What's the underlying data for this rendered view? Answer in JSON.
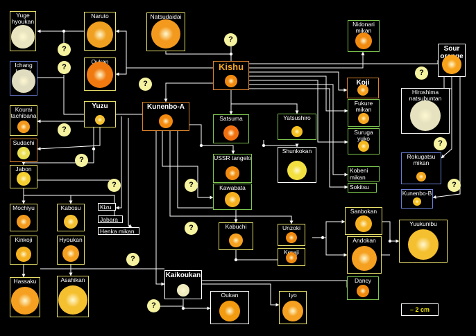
{
  "question_mark": "?",
  "scale": {
    "label": "– 2 cm",
    "color": "#f2e600"
  },
  "colors": {
    "border_yellow": "#e8e06a",
    "border_orange": "#d9822b",
    "border_green": "#7ec850",
    "border_blue": "#6a7fd6",
    "border_white": "#ffffff",
    "title_orange": "#f5a623",
    "bubble": "#f6f3a0"
  },
  "nodes": {
    "yuge_hyoukan": {
      "label": "Yuge hyoukan"
    },
    "naruto": {
      "label": "Naruto"
    },
    "natsudaidai": {
      "label": "Natsudaidai"
    },
    "nidonari_mikan": {
      "label": "Nidonari mikan"
    },
    "sour_orange": {
      "label": "Sour orange"
    },
    "ichang_lemon": {
      "label": "Ichang lemon"
    },
    "oukan_top": {
      "label": "Oukan"
    },
    "kishu": {
      "label": "Kishu"
    },
    "koji": {
      "label": "Koji"
    },
    "hiroshima_natsubuntan": {
      "label": "Hiroshima natsubuntan"
    },
    "fukure_mikan": {
      "label": "Fukure mikan"
    },
    "kourai_tachibana": {
      "label": "Kourai tachibana"
    },
    "yuzu": {
      "label": "Yuzu"
    },
    "kunenbo_a": {
      "label": "Kunenbo-A"
    },
    "satsuma": {
      "label": "Satsuma"
    },
    "yatsushiro": {
      "label": "Yatsushiro"
    },
    "suruga_yuko": {
      "label": "Suruga yuko"
    },
    "sudachi": {
      "label": "Sudachi"
    },
    "ussr_tangelo": {
      "label": "USSR tangelo"
    },
    "shunkokan": {
      "label": "Shunkokan"
    },
    "rokugatsu_mikan": {
      "label": "Rokugatsu mikan"
    },
    "jabon": {
      "label": "Jabon"
    },
    "kobeni_mikan": {
      "label": "Kobeni mikan"
    },
    "kawabata": {
      "label": "Kawabata"
    },
    "sokitsu": {
      "label": "Sokitsu"
    },
    "kunenbo_b": {
      "label": "Kunenbo-B"
    },
    "mochiyu": {
      "label": "Mochiyu"
    },
    "kabosu": {
      "label": "Kabosu"
    },
    "kizu": {
      "label": "Kizu"
    },
    "jabara": {
      "label": "Jabara"
    },
    "henka_mikan": {
      "label": "Henka mikan"
    },
    "sanbokan": {
      "label": "Sanbokan"
    },
    "kabuchi": {
      "label": "Kabuchi"
    },
    "unzoki": {
      "label": "Unzoki"
    },
    "yuukunibu": {
      "label": "Yuukunibu"
    },
    "kinkoji": {
      "label": "Kinkoji"
    },
    "hyoukan": {
      "label": "Hyoukan"
    },
    "andokan": {
      "label": "Andokan"
    },
    "keraji": {
      "label": "Keraji"
    },
    "kaikoukan": {
      "label": "Kaikoukan"
    },
    "dancy": {
      "label": "Dancy"
    },
    "hassaku": {
      "label": "Hassaku"
    },
    "asahikan": {
      "label": "Asahikan"
    },
    "oukan_bottom": {
      "label": "Oukan"
    },
    "iyo": {
      "label": "Iyo"
    }
  }
}
